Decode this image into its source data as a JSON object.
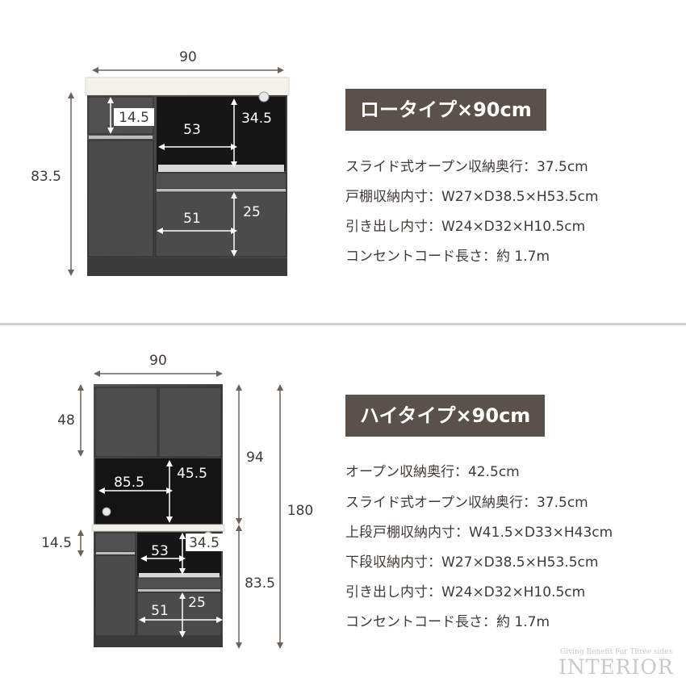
{
  "low": {
    "title": "ロータイプ×90cm",
    "dims": {
      "width": "90",
      "height": "83.5",
      "d1": "14.5",
      "d2": "53",
      "d3": "34.5",
      "d4": "51",
      "d5": "25"
    },
    "specs": [
      "スライド式オープン収納奥行：37.5cm",
      "戸棚収納内寸：W27×D38.5×H53.5cm",
      "引き出し内寸：W24×D32×H10.5cm",
      "コンセントコード長さ：約 1.7m"
    ]
  },
  "high": {
    "title": "ハイタイプ×90cm",
    "dims": {
      "width": "90",
      "upper": "48",
      "d1": "85.5",
      "d2": "45.5",
      "mid": "94",
      "total": "180",
      "s1": "14.5",
      "d3": "53",
      "d4": "34.5",
      "lower": "83.5",
      "d5": "51",
      "d6": "25"
    },
    "specs": [
      "オープン収納奥行：42.5cm",
      "スライド式オープン収納奥行：37.5cm",
      "上段戸棚収納内寸：W41.5×D33×H43cm",
      "下段収納内寸：W27×D38.5×H53.5cm",
      "引き出し内寸：W24×D32×H10.5cm",
      "コンセントコード長さ：約 1.7m"
    ]
  },
  "brand": {
    "tagline": "Giving Benefit For Three sides",
    "name": "INTERIOR"
  },
  "colors": {
    "title_bg": "#5a514a",
    "cabinet": "#4a4a4a",
    "top": "#f3f1ec",
    "arrow": "#6b625b"
  }
}
